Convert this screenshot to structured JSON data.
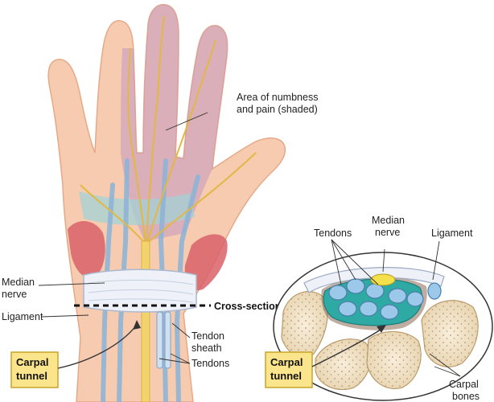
{
  "labels": {
    "numbness_line1": "Area of numbness",
    "numbness_line2": "and pain (shaded)",
    "median_nerve_line1": "Median",
    "median_nerve_line2": "nerve",
    "ligament": "Ligament",
    "cross_section": "Cross-section",
    "tendon_sheath_line1": "Tendon",
    "tendon_sheath_line2": "sheath",
    "tendons": "Tendons",
    "carpal_tunnel_line1": "Carpal",
    "carpal_tunnel_line2": "tunnel"
  },
  "cross_section_labels": {
    "tendons": "Tendons",
    "median_nerve_line1": "Median",
    "median_nerve_line2": "nerve",
    "ligament": "Ligament",
    "carpal_tunnel_line1": "Carpal",
    "carpal_tunnel_line2": "tunnel",
    "carpal_bones_line1": "Carpal",
    "carpal_bones_line2": "bones"
  },
  "colors": {
    "skin": "#f7cdb0",
    "shade": "#c9a9d0",
    "nerve": "#f2d46a",
    "muscle": "#d9666a",
    "tendon": "#8fb6d8",
    "ligament": "#e9eef6",
    "callout": "#fbe58c",
    "bone": "#f3e6cf"
  }
}
